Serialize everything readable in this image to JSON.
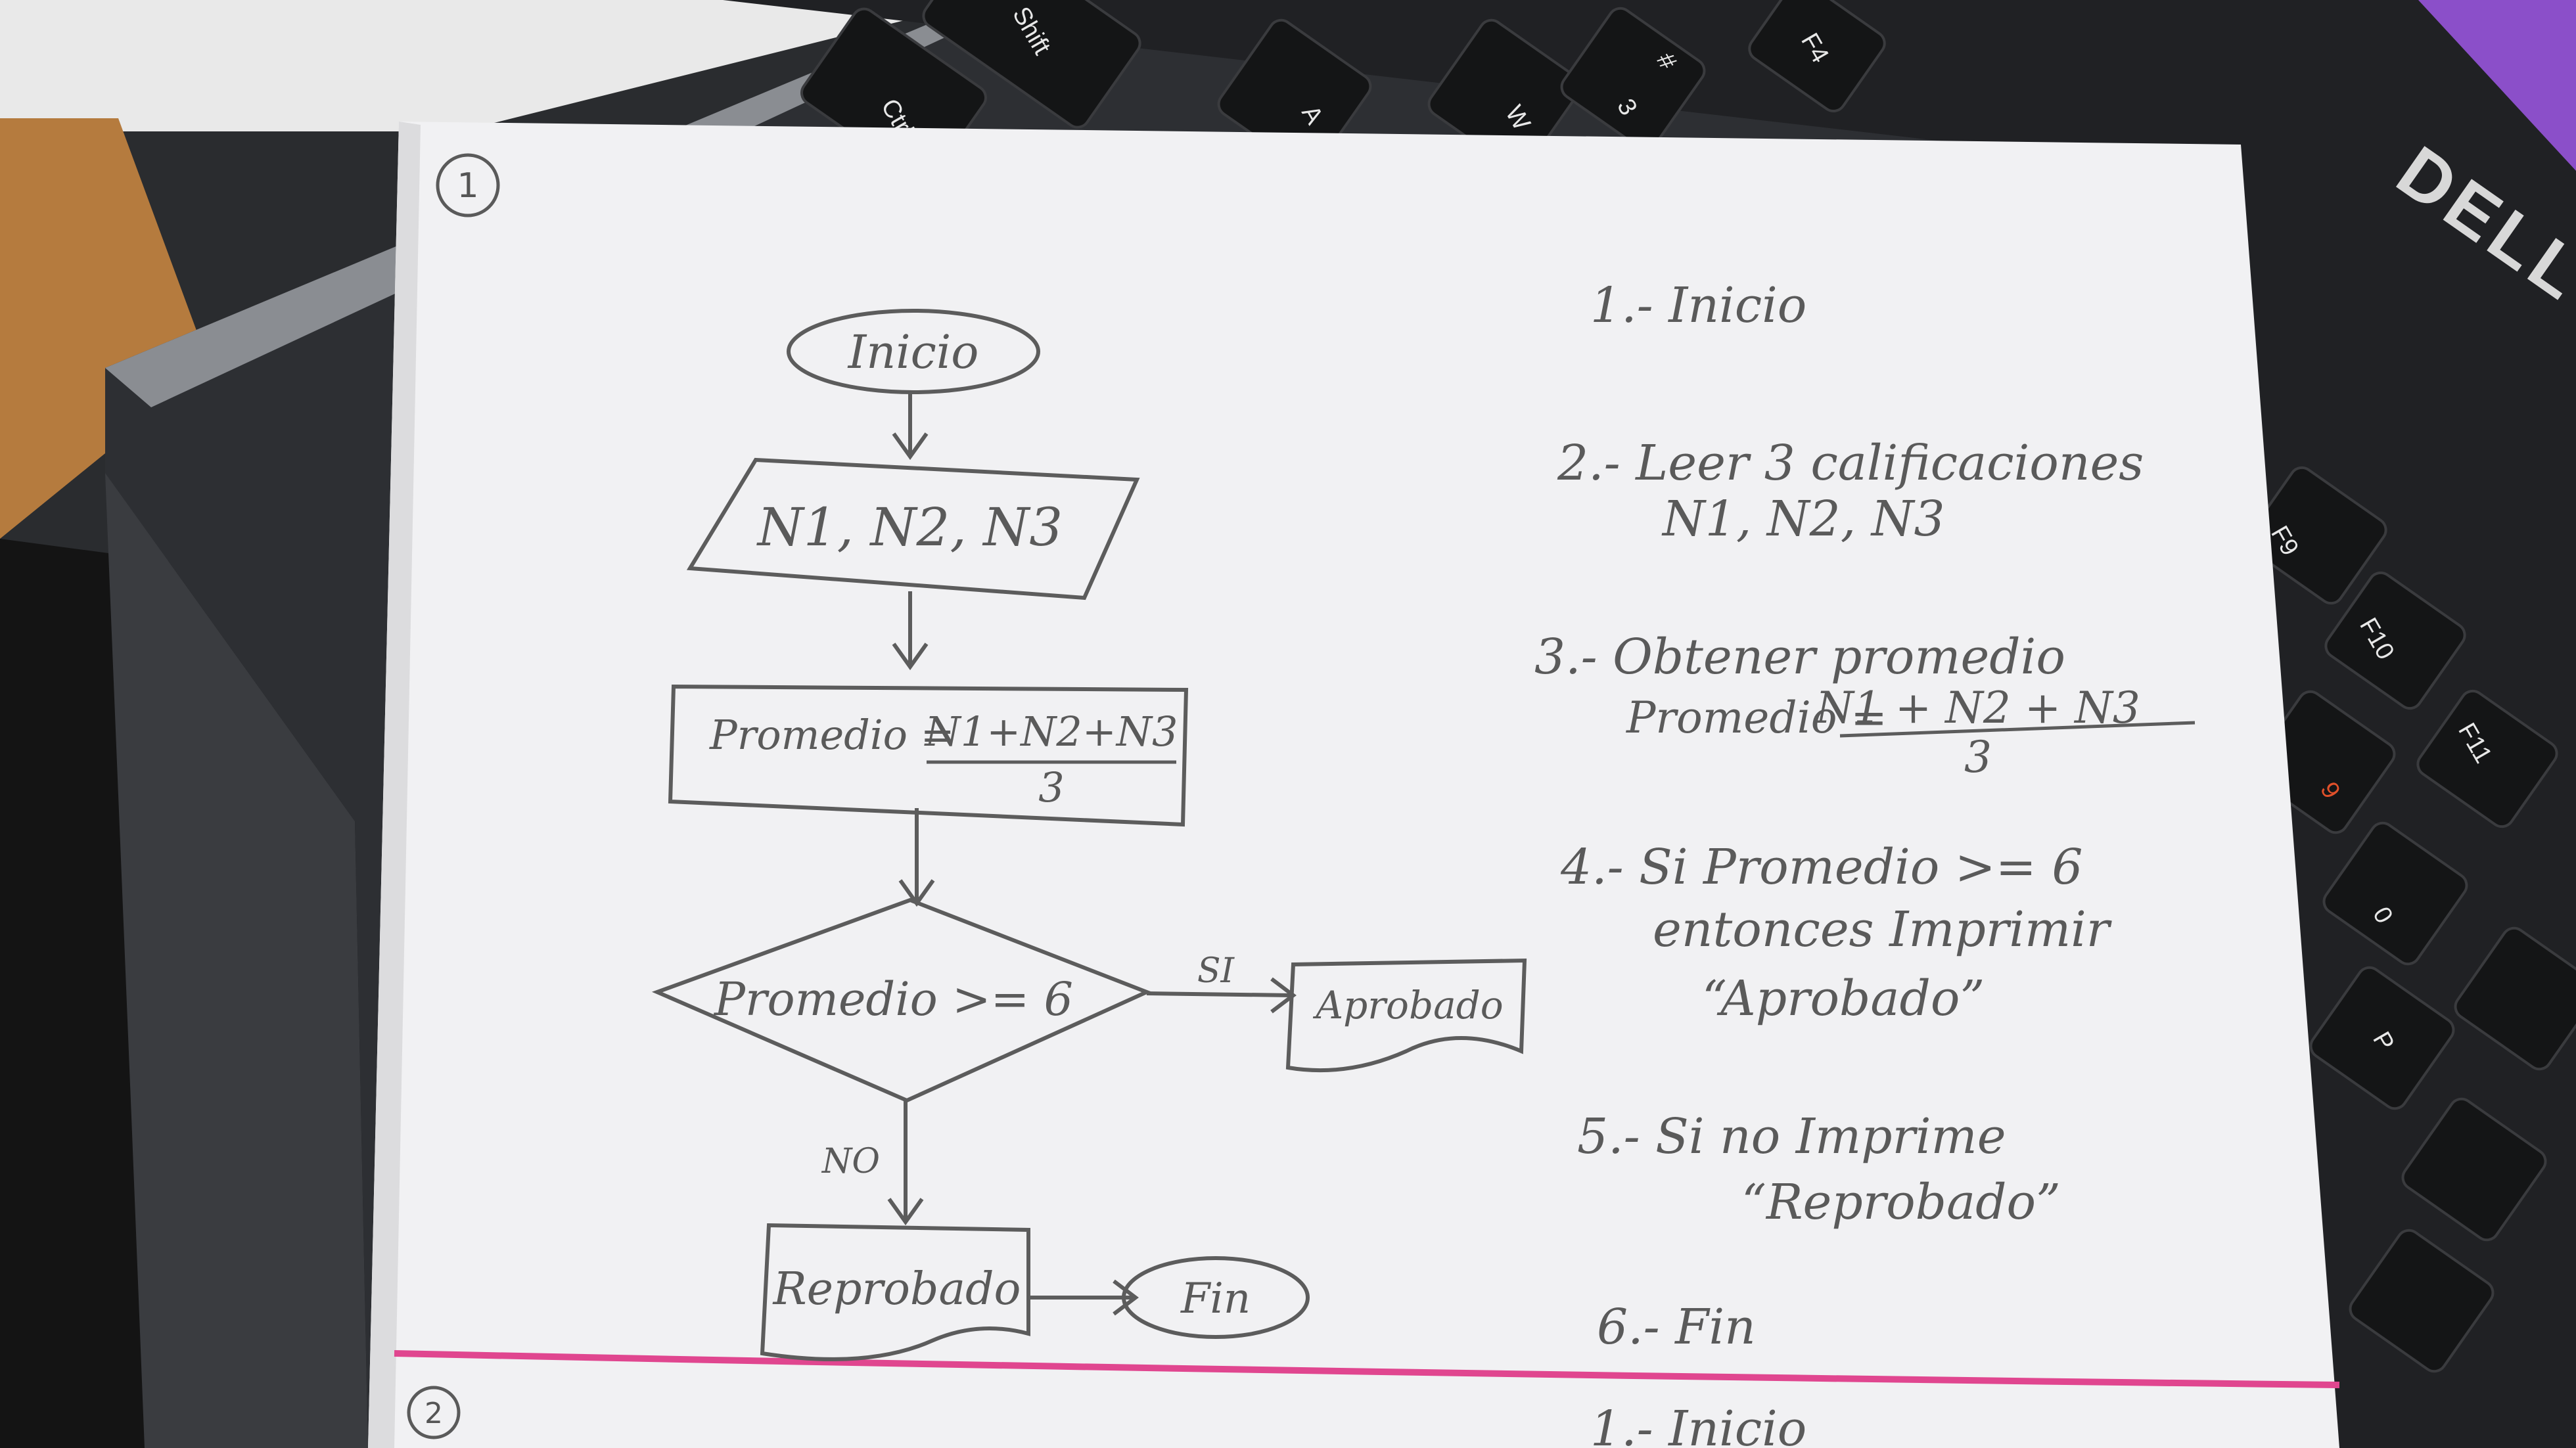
{
  "colors": {
    "paper": "#f2f2f4",
    "pencil": "#5a5a5a",
    "divider": "#e0468f",
    "laptop": "#2b2d30",
    "keys": "#1c1d1f",
    "wood": "#b07a3c",
    "wall": "#e6e6e6"
  },
  "page": {
    "section_one": "1",
    "section_two": "2"
  },
  "flowchart": {
    "start": "Inicio",
    "input": "N1, N2, N3",
    "process_left": "Promedio =",
    "process_numerator": "N1+N2+N3",
    "process_denominator": "3",
    "decision": "Promedio >= 6",
    "yes_label": "SI",
    "no_label": "NO",
    "yes_output": "Aprobado",
    "no_output": "Reprobado",
    "end": "Fin"
  },
  "steps": {
    "s1": "1.- Inicio",
    "s2_line1": "2.- Leer 3 calificaciones",
    "s2_line2": "N1, N2, N3",
    "s3_line1": "3.- Obtener promedio",
    "s3_left": "Promedio =",
    "s3_numerator": "N1 + N2 + N3",
    "s3_denominator": "3",
    "s4_line1": "4.- Si Promedio >= 6",
    "s4_line2": "entonces Imprimir",
    "s4_line3": "“Aprobado”",
    "s5_line1": "5.- Si no Imprime",
    "s5_line2": "“Reprobado”",
    "s6": "6.- Fin",
    "next_s1": "1.- Inicio"
  },
  "keyboard": {
    "ctrl": "Ctrl",
    "shift": "Shift",
    "a": "A",
    "w": "W",
    "three": "3",
    "hash": "#",
    "f4": "F4",
    "f9": "F9",
    "f10": "F10",
    "f11": "F11",
    "nine": "9",
    "zero": "0",
    "p": "P",
    "brand": "DELL"
  }
}
